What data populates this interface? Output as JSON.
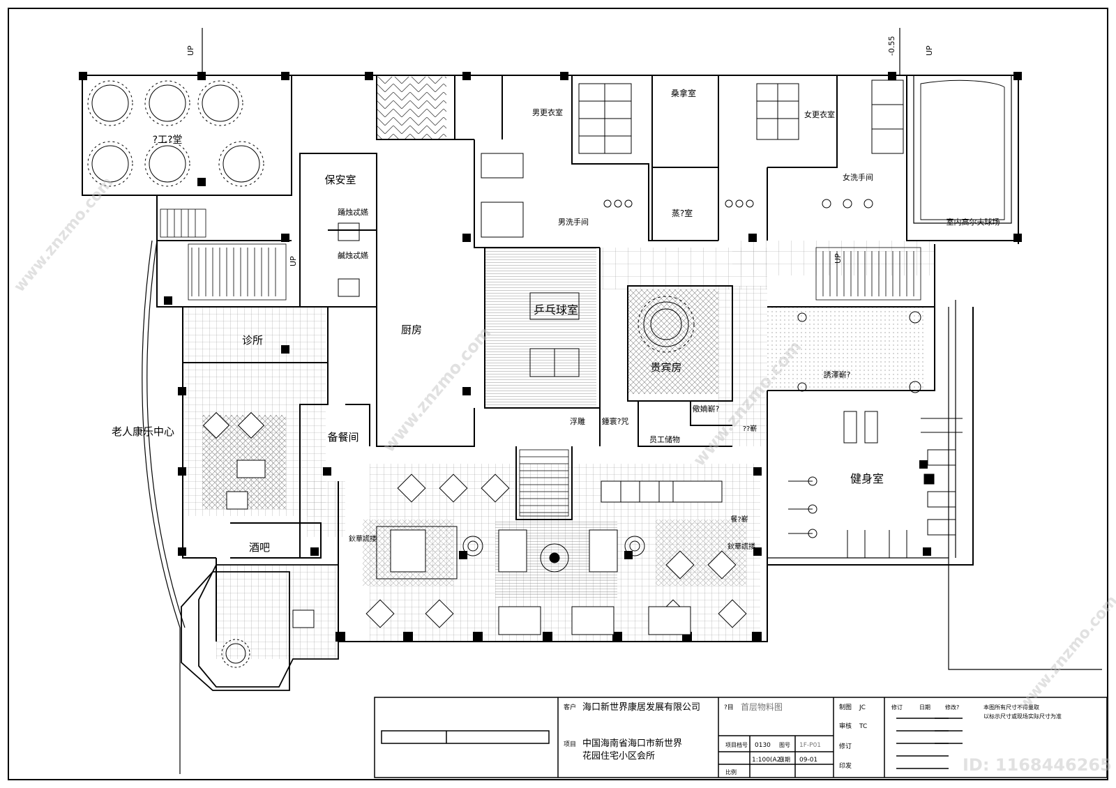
{
  "floorplan": {
    "rooms": {
      "r01": "?工?堂",
      "r02": "保安室",
      "r03": "男更衣室",
      "r04": "桑拿室",
      "r05": "女更衣室",
      "r06": "女洗手间",
      "r07": "男洗手间",
      "r08": "蒸?室",
      "r09": "室内高尔夫球场",
      "r10": "厨房",
      "r11": "乒乓球室",
      "r12": "贵宾房",
      "r13": "诊所",
      "r14": "老人康乐中心",
      "r15": "备餐间",
      "r16": "酒吧",
      "r17": "健身室",
      "r18": "员工储物",
      "r19": "浮雕",
      "r20": "鍾寰?咒",
      "r21": "儆婻嶄?",
      "r22": "誘澤嶄?",
      "r23": "??嶄",
      "r24": "餐?嶄",
      "r25": "鈥華謊搂",
      "r26": "鈥華謊搂",
      "r27": "踊烛忒嬿",
      "r28": "鹹烛忒嬿"
    },
    "level_mark": "-0.55",
    "stair_marks": [
      "UP",
      "UP",
      "UP",
      "UP"
    ]
  },
  "title_block": {
    "client_label": "客户",
    "client": "海口新世界康居发展有限公司",
    "project_label": "项目",
    "project_line1": "中国海南省海口市新世界",
    "project_line2": "花园住宅小区会所",
    "drawing_label": "?目",
    "drawing_title": "首层物料图",
    "project_no_label": "项目档号",
    "project_no": "0130",
    "drawing_no_label": "图号",
    "drawing_no": "1F-P01",
    "scale_label": "比例",
    "scale": "1:100(A2)",
    "date_label": "日期",
    "date": "09-01",
    "drawn_label": "制图",
    "drawn": "JC",
    "checked_label": "审核",
    "checked": "TC",
    "revise_label": "修订",
    "issue_label": "印发",
    "rev_col1": "修订",
    "rev_col2": "日期",
    "rev_col3": "修改?",
    "note1": "本图所有尺寸不得量取",
    "note2": "以标示尺寸或现场实际尺寸为准"
  },
  "watermark": {
    "text": "www.znzmo.com",
    "id_text": "ID: 1168446265"
  }
}
